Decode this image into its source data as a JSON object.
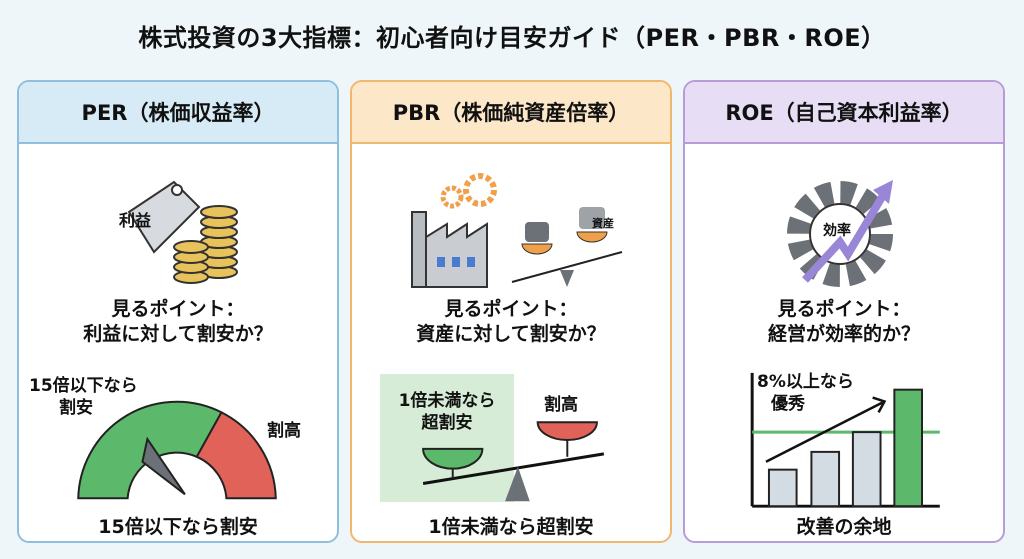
{
  "title": "株式投資の3大指標：初心者向け目安ガイド（PER・PBR・ROE）",
  "cards": [
    {
      "header": "PER（株価収益率）",
      "icon_label": "利益",
      "point_line1": "見るポイント：",
      "point_line2": "利益に対して割安か？",
      "label_a_line1": "15倍以下なら",
      "label_a_line2": "割安",
      "label_b": "割高",
      "footer": "15倍以下なら割安"
    },
    {
      "header": "PBR（株価純資産倍率）",
      "icon_label": "資産",
      "point_line1": "見るポイント：",
      "point_line2": "資産に対して割安か？",
      "label_a_line1": "1倍未満なら",
      "label_a_line2": "超割安",
      "label_b": "割高",
      "footer": "1倍未満なら超割安"
    },
    {
      "header": "ROE（自己資本利益率）",
      "icon_label": "効率",
      "point_line1": "見るポイント：",
      "point_line2": "経営が効率的か？",
      "label_a_line1": "8%以上なら",
      "label_a_line2": "優秀",
      "footer": "改善の余地"
    }
  ],
  "colors": {
    "green": "#5cb86b",
    "red": "#e06259",
    "gray": "#6b7177",
    "coin": "#e8c25a",
    "orange": "#f0a04a",
    "purple": "#9a86d6"
  }
}
